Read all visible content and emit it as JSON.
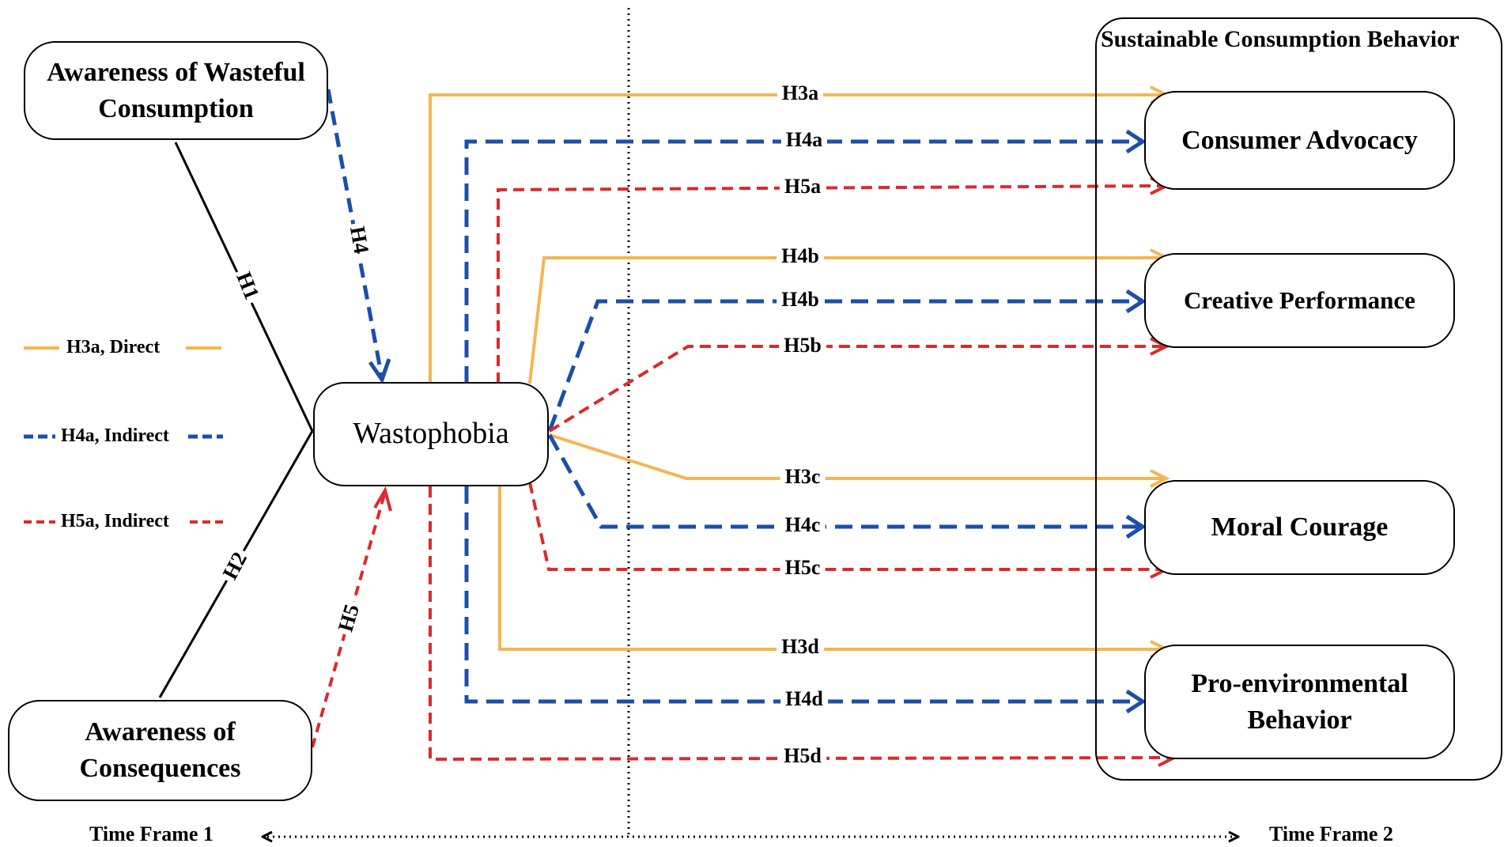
{
  "colors": {
    "direct": "#F5B551",
    "indirect_h4": "#1A4FAA",
    "indirect_h5": "#DA2A2E",
    "neutral": "#000000"
  },
  "nodes": {
    "awareness_wasteful": "Awareness of Wasteful Consumption",
    "awareness_consequences": "Awareness of Consequences",
    "wastophobia": "Wastophobia",
    "group_title": "Sustainable Consumption Behavior",
    "consumer_advocacy": "Consumer Advocacy",
    "creative_performance": "Creative Performance",
    "moral_courage": "Moral Courage",
    "pro_environmental": "Pro-environmental Behavior"
  },
  "paths": {
    "h1": "H1",
    "h2": "H2",
    "h4": "H4",
    "h5": "H5",
    "h3a": "H3a",
    "h4a": "H4a",
    "h5a": "H5a",
    "h4b_direct": "H4b",
    "h4b": "H4b",
    "h5b": "H5b",
    "h3c": "H3c",
    "h4c": "H4c",
    "h5c": "H5c",
    "h3d": "H3d",
    "h4d": "H4d",
    "h5d": "H5d"
  },
  "legend": {
    "direct": "H3a, Direct",
    "indirect_h4": "H4a, Indirect",
    "indirect_h5": "H5a, Indirect"
  },
  "time": {
    "frame1": "Time Frame 1",
    "frame2": "Time Frame 2"
  }
}
